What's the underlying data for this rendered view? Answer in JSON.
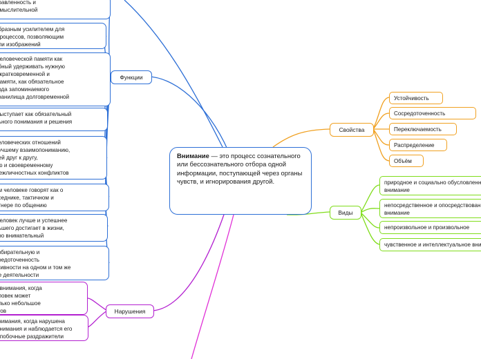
{
  "colors": {
    "functions": "#2d6fd6",
    "disorders": "#b31fd0",
    "properties": "#f0a020",
    "types": "#7fdc19",
    "trunk_down": "#e02fd6",
    "trunk_up": "#2d6fd6"
  },
  "center": {
    "term": "Внимание",
    "definition": " — это процесс сознательного или бессознательного отбора одной информации, поступающей через органы чувств, и игнорирования другой."
  },
  "branches": {
    "functions": {
      "label": "Функции",
      "items": [
        "правленность и\nь мыслительной",
        "образным усилителем для\n процессов, позволяющим\nали изображений",
        " человеческой памяти как\nобный удерживать нужную\nв кратковременной и\n памяти, как обязательное\nвода запоминаемого\nхранилища долговременной",
        " выступает как обязательный\nльного понимания и решения",
        "человеческих отношений\nлучшему взаимопониманию,\nдей друг к другу,\nию и своевременному\nмежличностных конфликтов",
        "ом человеке говорят как о\nеседнике, тактичном и\nртнере по общению",
        " человек лучше и успешнее\nльшего достигает в жизни,\nчно внимательный",
        "избирательную и\nсредоточенность\nктивности на одном и том же\nде деятельности"
      ]
    },
    "disorders": {
      "label": "Нарушения",
      "items": [
        "я внимания, когда\nеловек может\nолько небольшое\nктов",
        "внимания, когда нарушена\n внимания и наблюдается его\nа побочные раздражители"
      ]
    },
    "properties": {
      "label": "Свойства",
      "items": [
        "Устойчивость",
        "Сосредоточенность",
        "Переключаемость",
        "Распределение",
        "Объём"
      ]
    },
    "types": {
      "label": "Виды",
      "items": [
        "природное и социально обусловленное\nвнимание",
        "непосредственное и опосредствованное\nвнимание",
        "непроизвольное и произвольное",
        "чувственное и интеллектуальное внимание"
      ]
    }
  }
}
